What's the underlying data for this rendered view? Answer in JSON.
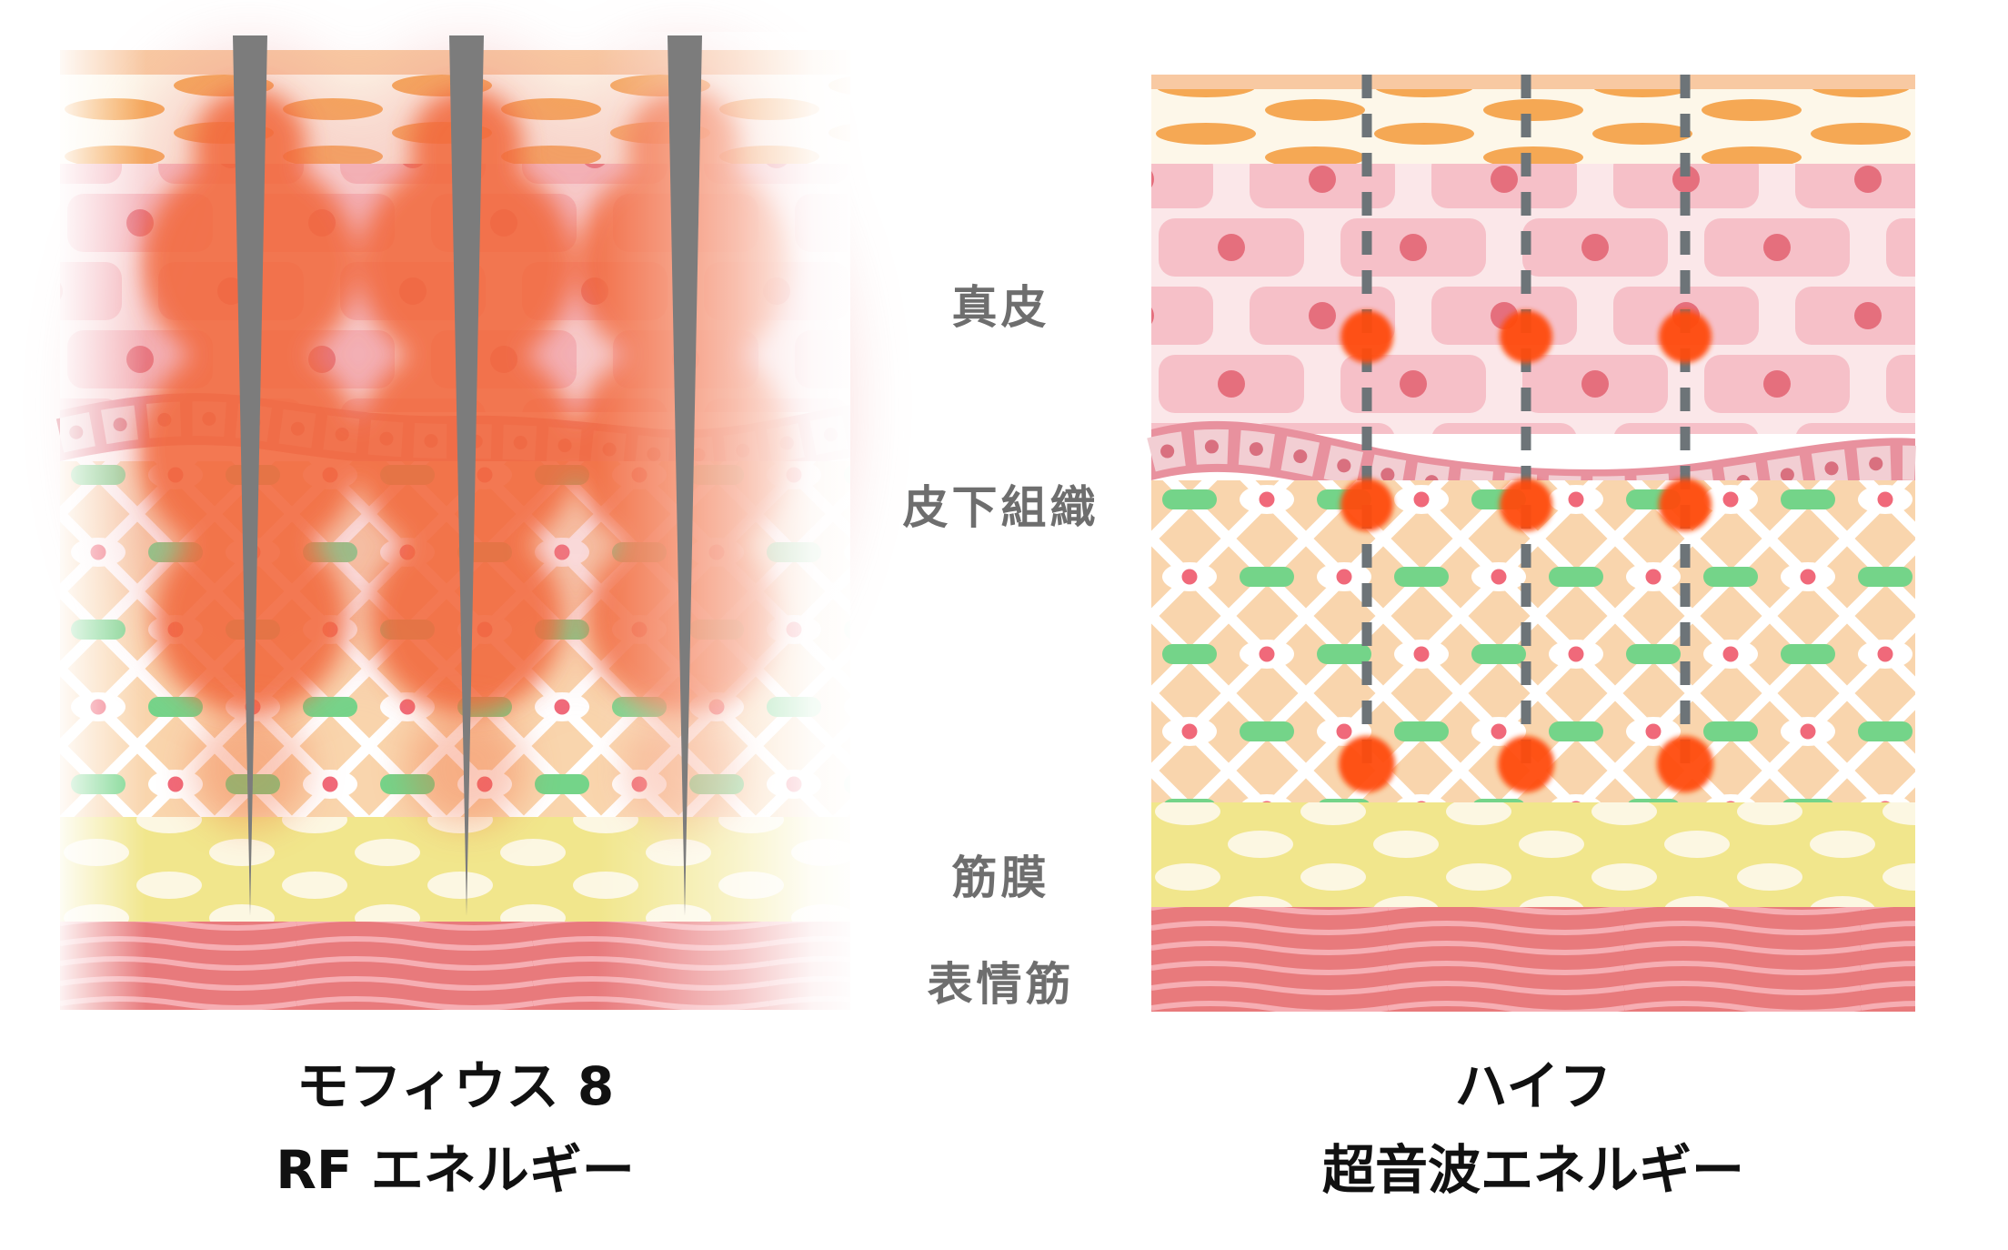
{
  "layer_labels": {
    "dermis": "真皮",
    "subcutaneous_tissue": "皮下組織",
    "fascia": "筋膜",
    "facial_muscle": "表情筋"
  },
  "left_panel": {
    "device_name": "モフィウス 8",
    "energy_type": "RF エネルギー"
  },
  "right_panel": {
    "device_name": "ハイフ",
    "energy_type": "超音波エネルギー"
  },
  "colors": {
    "label_text": "#6e6e6e",
    "title_text": "#111111",
    "epidermis_band": "#f8c9a2",
    "epidermis_bg": "#fdf7e9",
    "epidermis_cell": "#f5a854",
    "dermis_bg": "#fbe7e9",
    "dermis_cell": "#f6c0c8",
    "dermis_nucleus": "#e56f7d",
    "membrane_band": "#e8919e",
    "membrane_cell": "#f2ced3",
    "membrane_nucleus": "#d9707f",
    "subcutis_bg": "#f9d5ad",
    "lattice_white": "#ffffff",
    "collagen_green": "#74d489",
    "fat_cell_dot": "#f0697a",
    "fascia_bg": "#f1e68c",
    "fascia_oval": "#fcf7e2",
    "muscle_bg": "#e87a7c",
    "muscle_line": "#f6aeb3",
    "heat_orange": "#f2683b",
    "halo_pink": "#ee8e8e",
    "needle_gray": "#7c7c7c",
    "dashed_line_gray": "#6d7478",
    "focus_dot_orange": "#ff4c10"
  }
}
